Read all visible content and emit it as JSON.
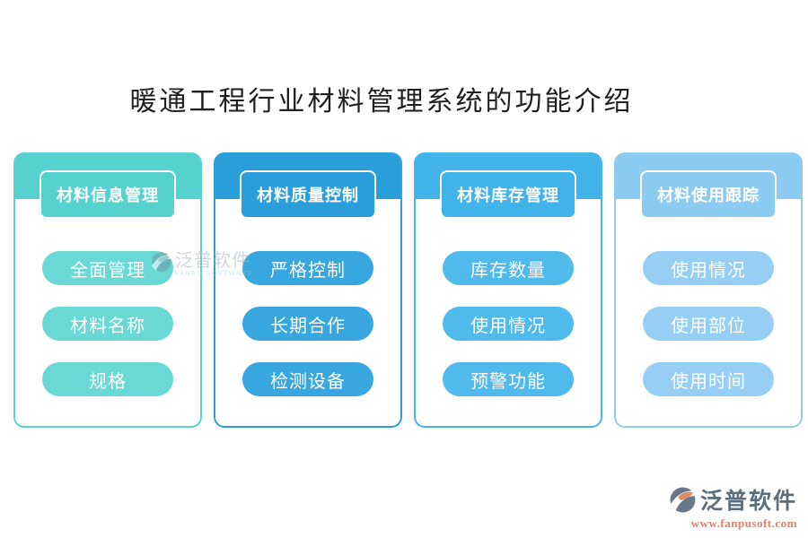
{
  "title": "暖通工程行业材料管理系统的功能介绍",
  "cards": [
    {
      "header": "材料信息管理",
      "items": [
        "全面管理",
        "材料名称",
        "规格"
      ],
      "colors": {
        "band": "#55d2cf",
        "pill": "#6ad9d6",
        "border": "#5bd4d1"
      }
    },
    {
      "header": "材料质量控制",
      "items": [
        "严格控制",
        "长期合作",
        "检测设备"
      ],
      "colors": {
        "band": "#2a9eda",
        "pill": "#38a7df",
        "border": "#2ea1db"
      }
    },
    {
      "header": "材料库存管理",
      "items": [
        "库存数量",
        "使用情况",
        "预警功能"
      ],
      "colors": {
        "band": "#41b3e9",
        "pill": "#50baec",
        "border": "#46b5ea"
      }
    },
    {
      "header": "材料使用跟踪",
      "items": [
        "使用情况",
        "使用部位",
        "使用时间"
      ],
      "colors": {
        "band": "#8bcaf1",
        "pill": "#96cff3",
        "border": "#8eccf1"
      }
    }
  ],
  "watermark": {
    "name": "泛普软件",
    "subtitle": "FANPU SOFTWARE"
  },
  "logo": {
    "name": "泛普软件",
    "url": "www.fanpusoft.com",
    "name_color": "#5c6e7e",
    "url_color": "#de8168",
    "icon_gray": "#66788a",
    "icon_orange": "#e08a60"
  }
}
